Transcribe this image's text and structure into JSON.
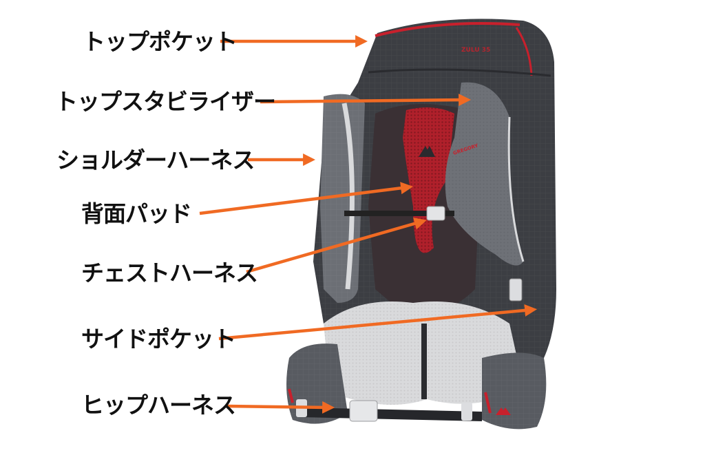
{
  "diagram": {
    "subject": "backpack-back-view",
    "brand_text": "GREGORY",
    "model_text": "ZULU 35",
    "arrow_color": "#f06a23",
    "label_color": "#111111",
    "colors": {
      "body_dark": "#3c3e43",
      "body_mid": "#55585e",
      "mesh_grey": "#8e9196",
      "pad_light": "#d9dadc",
      "accent_red": "#c8202c",
      "back_pattern": "#3a3034"
    },
    "labels": [
      {
        "id": "top-pocket",
        "text": "トップポケット"
      },
      {
        "id": "top-stabilizer",
        "text": "トップスタビライザー"
      },
      {
        "id": "shoulder-harness",
        "text": "ショルダーハーネス"
      },
      {
        "id": "back-pad",
        "text": "背面パッド"
      },
      {
        "id": "chest-harness",
        "text": "チェストハーネス"
      },
      {
        "id": "side-pocket",
        "text": "サイドポケット"
      },
      {
        "id": "hip-harness",
        "text": "ヒップハーネス"
      }
    ]
  }
}
